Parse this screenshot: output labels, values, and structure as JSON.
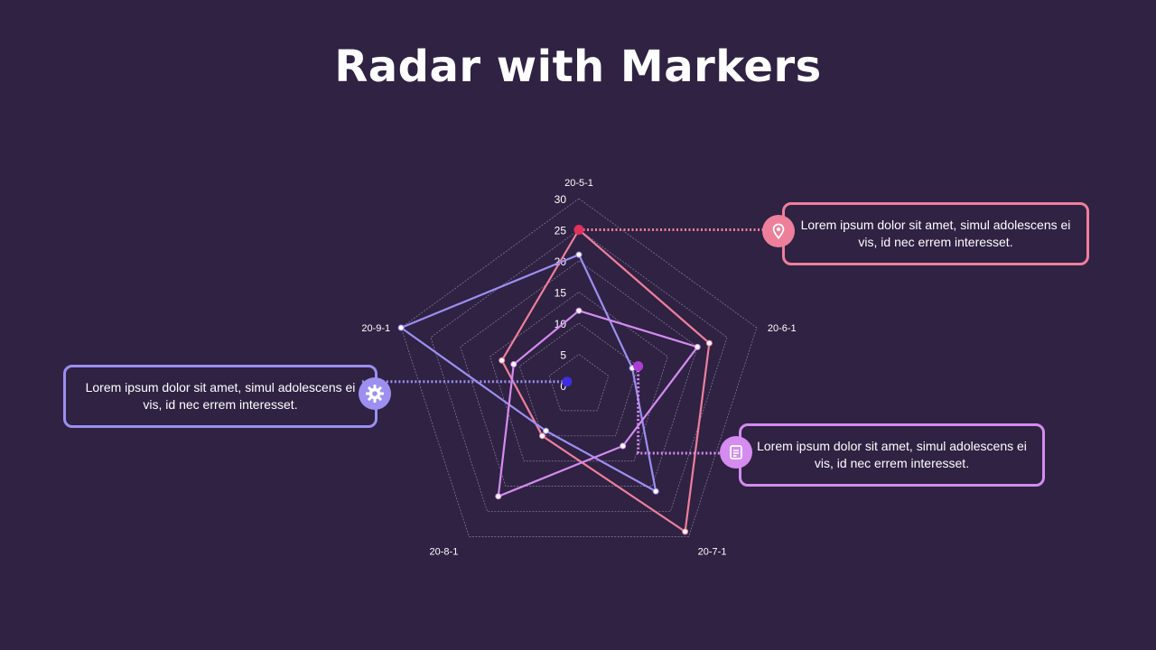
{
  "title": "Radar with Markers",
  "chart_data": {
    "type": "radar",
    "title": "Radar with Markers",
    "axes": [
      "20-5-1",
      "20-6-1",
      "20-7-1",
      "20-8-1",
      "20-9-1"
    ],
    "rlim": [
      0,
      30
    ],
    "ticks": [
      0,
      5,
      10,
      15,
      20,
      25,
      30
    ],
    "grid": true,
    "series": [
      {
        "color": "#ee7f9b",
        "values": [
          25,
          22,
          29,
          10,
          13
        ]
      },
      {
        "color": "#9c8ff0",
        "values": [
          21,
          9,
          21,
          9,
          30
        ]
      },
      {
        "color": "#d58bf0",
        "values": [
          12,
          20,
          12,
          22,
          11
        ]
      }
    ],
    "markers": [
      {
        "series": 0,
        "axis": 0,
        "color": "#e0325a"
      },
      {
        "series": 2,
        "axis": 1,
        "color": "#b03cd8",
        "value": 10
      },
      {
        "series": 1,
        "axis": 4,
        "color": "#3d2fe0",
        "value": 2
      }
    ]
  },
  "callouts": {
    "right": {
      "text": "Lorem ipsum dolor sit amet, simul adolescens ei vis, id nec errem interesset.",
      "icon": "location-pin-icon"
    },
    "left": {
      "text": "Lorem ipsum dolor sit amet, simul adolescens ei vis, id nec errem interesset.",
      "icon": "gear-icon"
    },
    "mid": {
      "text": "Lorem ipsum dolor sit amet, simul adolescens ei vis, id nec errem interesset.",
      "icon": "document-icon"
    }
  }
}
